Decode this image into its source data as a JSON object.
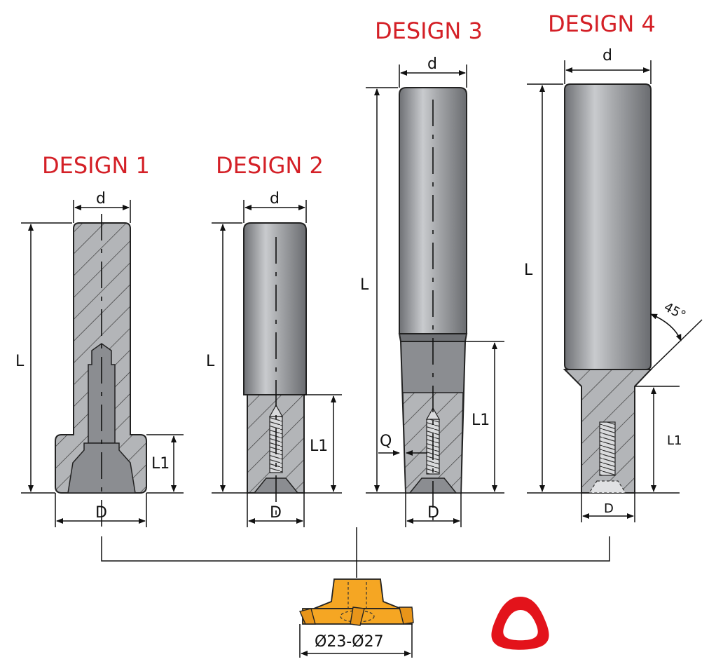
{
  "designs": [
    {
      "title": "DESIGN 1",
      "labels": {
        "d": "d",
        "L": "L",
        "L1": "L1",
        "D": "D"
      }
    },
    {
      "title": "DESIGN 2",
      "labels": {
        "d": "d",
        "L": "L",
        "L1": "L1",
        "D": "D"
      }
    },
    {
      "title": "DESIGN 3",
      "labels": {
        "d": "d",
        "L": "L",
        "L1": "L1",
        "D": "D",
        "Q": "Q"
      }
    },
    {
      "title": "DESIGN 4",
      "labels": {
        "d": "d",
        "L": "L",
        "L1": "L1",
        "D": "D",
        "angle": "45°"
      }
    }
  ],
  "insert": {
    "diameter_range": "Ø23-Ø27"
  },
  "colors": {
    "title": "#d42027",
    "insert": "#f5a623",
    "profile": "#e3131b",
    "body": "#9a9ca0",
    "hatch": "#b0b2b5"
  }
}
